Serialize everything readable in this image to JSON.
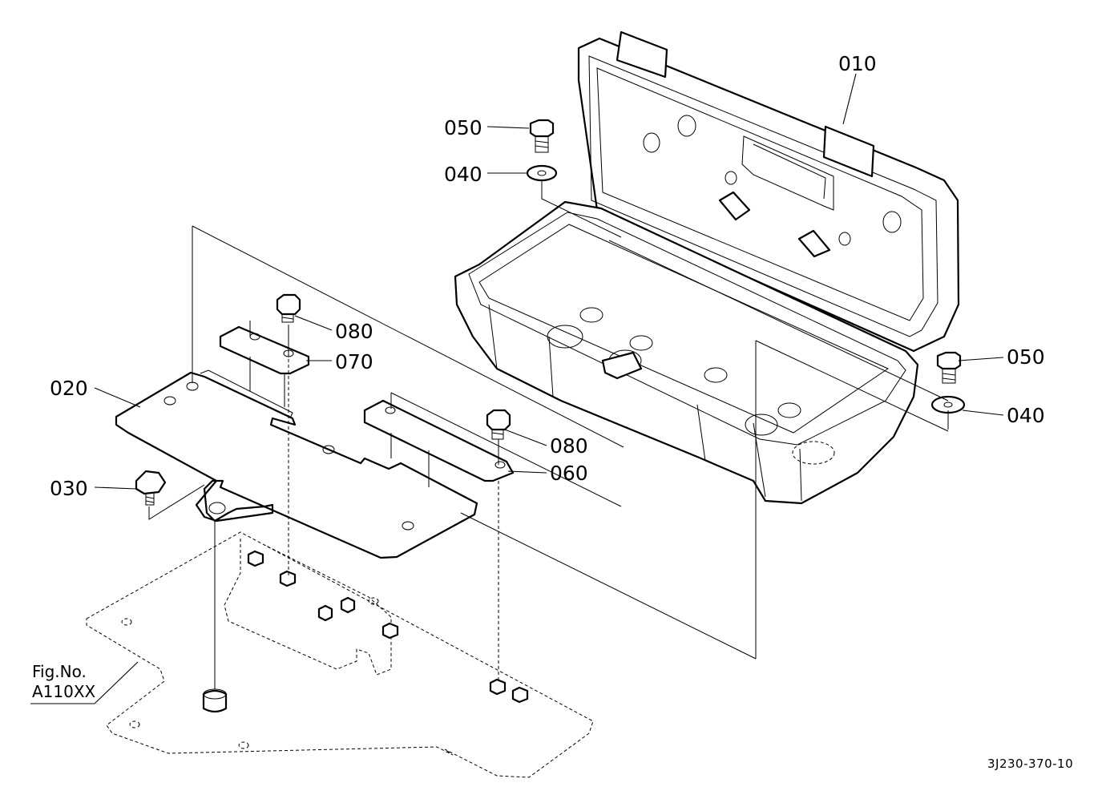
{
  "part_labels": {
    "p010": "010",
    "p050_top": "050",
    "p040_top": "040",
    "p080_top": "080",
    "p070": "070",
    "p020": "020",
    "p030": "030",
    "p080_mid": "080",
    "p060": "060",
    "p050_right": "050",
    "p040_right": "040"
  },
  "figure_ref": {
    "line1": "Fig.No.",
    "line2": "A110XX"
  },
  "drawing_number": "3J230-370-10"
}
